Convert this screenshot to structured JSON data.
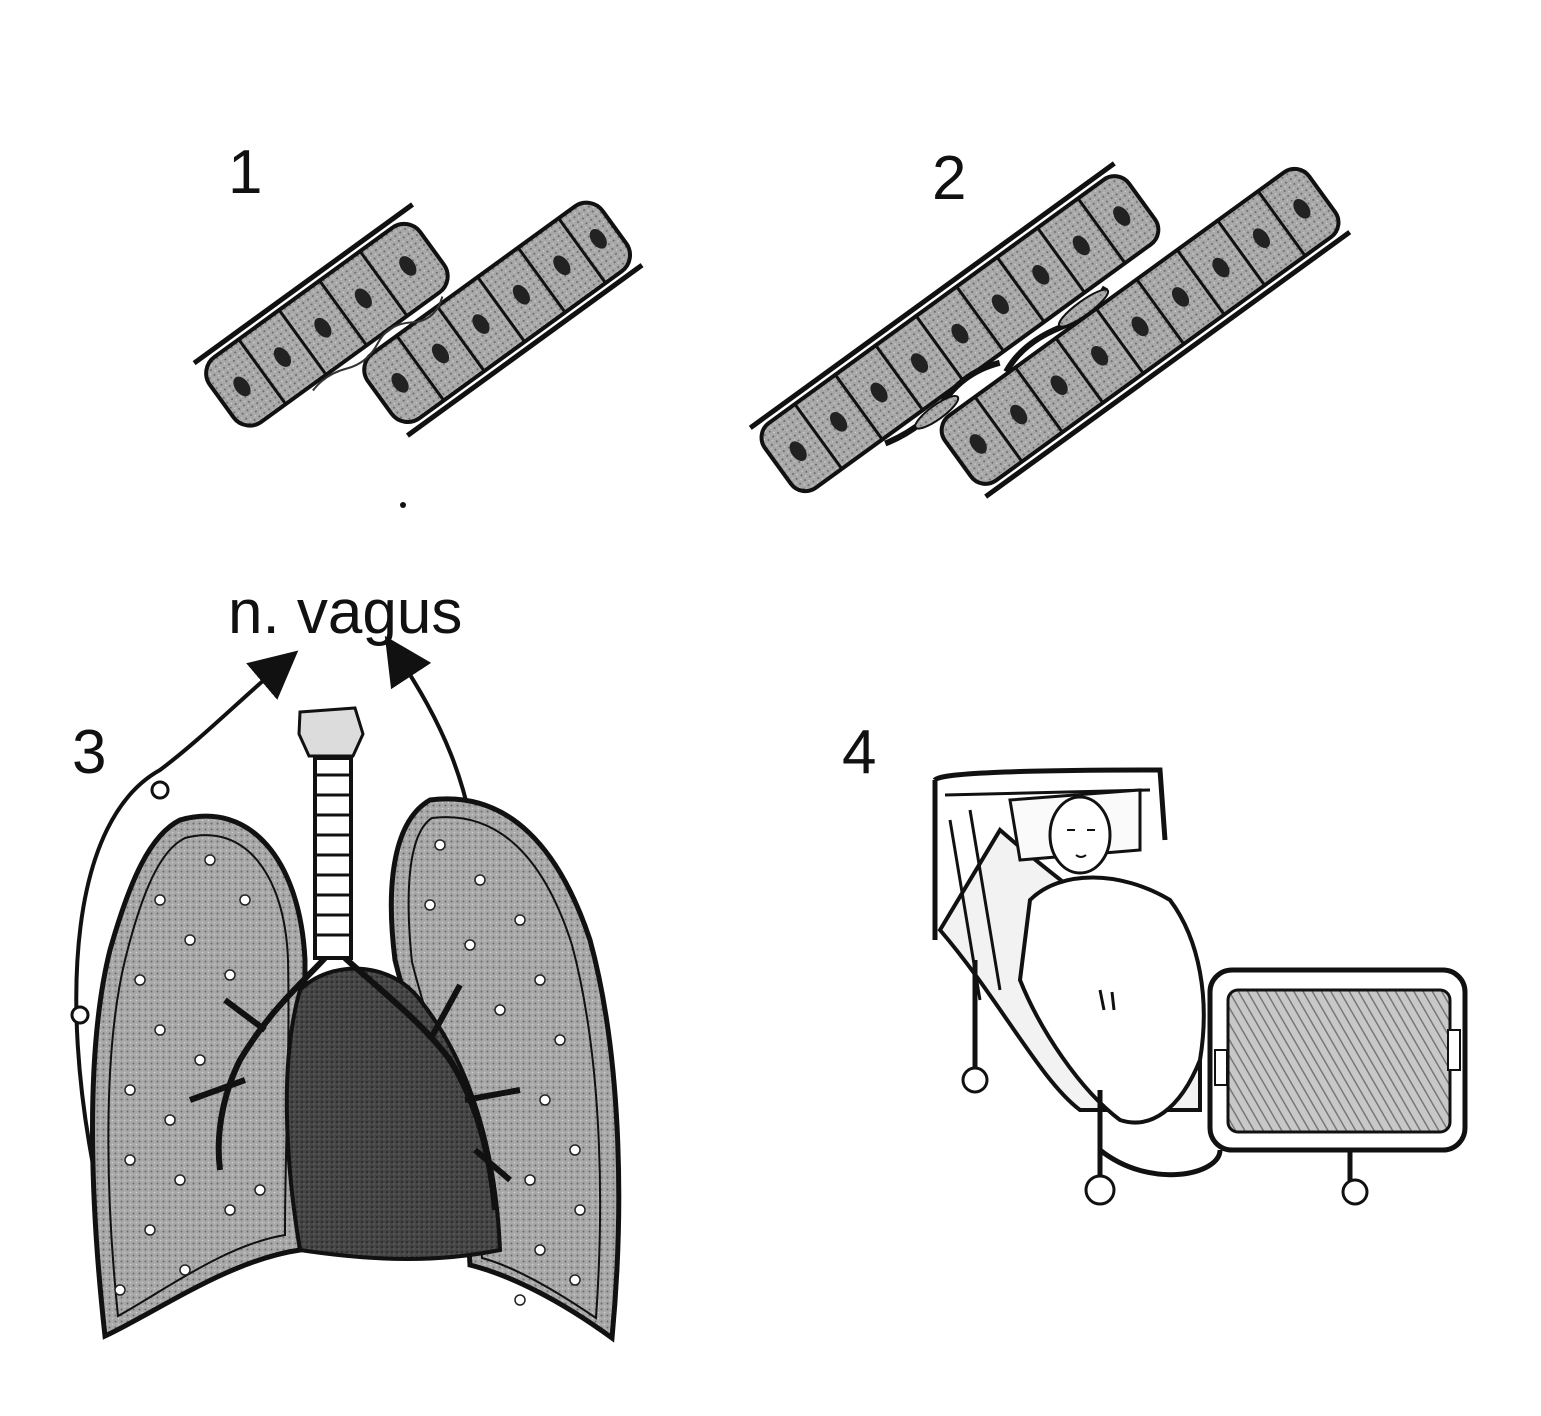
{
  "panels": [
    {
      "label": "1"
    },
    {
      "label": "2"
    },
    {
      "label": "3"
    },
    {
      "label": "4"
    }
  ],
  "nerve_label": "n. vagus",
  "colors": {
    "ink": "#111111",
    "tissue_fill": "#9a9a9a",
    "tissue_light": "#bdbdbd",
    "heart_fill": "#4a4a4a",
    "background": "#ffffff"
  }
}
